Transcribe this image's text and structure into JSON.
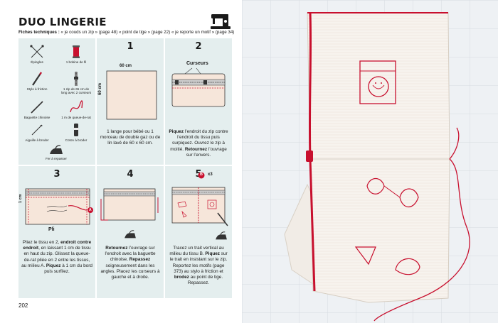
{
  "header": {
    "title": "DUO LINGERIE",
    "tech_label": "Fiches techniques :",
    "tech_refs": " « je couds un zip » (page 48) « point de tige » (page 22) « je reporte un motif » (page 34)"
  },
  "materials": [
    {
      "label": "Épingles",
      "icon": "pins-icon"
    },
    {
      "label": "1 bobine de fil",
      "icon": "thread-spool-icon"
    },
    {
      "label": "Stylo à friction",
      "icon": "pen-icon"
    },
    {
      "label": "1 zip de 65 cm de long avec 2 curseurs",
      "icon": "zipper-icon"
    },
    {
      "label": "Baguette chinoise",
      "icon": "chopstick-icon"
    },
    {
      "label": "1 m de queue-de-rat",
      "icon": "cord-icon"
    },
    {
      "label": "Aiguille à broder",
      "icon": "needle-icon"
    },
    {
      "label": "Coton à broder",
      "icon": "embroidery-thread-icon"
    },
    {
      "label": "Fer à repasser",
      "icon": "iron-icon"
    }
  ],
  "steps": [
    {
      "number": "1",
      "dim_width": "60 cm",
      "dim_height": "60 cm",
      "text": "1 lange pour bébé ou 1 morceau de double gaz ou de lin lavé de 60 x 60 cm."
    },
    {
      "number": "2",
      "callout": "Curseurs",
      "b1": "Piquez",
      "t1": " l’endroit du zip contre l’endroit du tissu puis surpiquez. Ouvrez le zip à moitié. ",
      "b2": "Retournez",
      "t2": " l’ouvrage sur l’envers."
    },
    {
      "number": "3",
      "dim": "1 cm",
      "fold_label": "Pli",
      "marker": "A",
      "t1": "Pliez le tissu en 2, ",
      "b1": "endroit contre endroit",
      "t2": ", en laissant 1 cm de tissu en haut du zip. Glissez la queue-de-rat pliée en 2 entre les tissus, au milieu A. ",
      "b2": "Piquez",
      "t3": " à 1 cm du bord puis surfilez."
    },
    {
      "number": "4",
      "b1": "Retournez",
      "t1": " l’ouvrage sur l’endroit avec la baguette chinoise. ",
      "b2": "Repassez",
      "t2": " soigneusement dans les angles. Placez les curseurs à gauche et à droite."
    },
    {
      "number": "5",
      "marker": "B",
      "multiplier": "x3",
      "t1": "Tracez un trait vertical au milieu du tissu B. ",
      "b1": "Piquez",
      "t2": " sur le trait en insistant sur le zip. Reportez les motifs (page 373) au stylo à friction et ",
      "b2": "brodez",
      "t3": " au point de tige. Repassez."
    }
  ],
  "page_number": "202",
  "colors": {
    "accent": "#c8102e",
    "panel": "#e4eeee",
    "fabric": "#f6e6da",
    "zip": "#c8102e"
  }
}
